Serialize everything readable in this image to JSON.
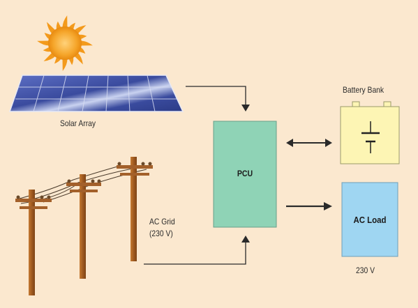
{
  "labels": {
    "solar_array": "Solar Array",
    "battery_bank": "Battery Bank",
    "pcu": "PCU",
    "ac_load": "AC Load",
    "ac_grid_line1": "AC Grid",
    "ac_grid_line2": "(230 V)",
    "load_voltage": "230 V"
  },
  "colors": {
    "background": "#fbe8cf",
    "sun": "#f39a1c",
    "panel": "#3c4d9e",
    "pole": "#b06a2a",
    "pcu_box": "#8fd3b6",
    "battery_box": "#fdf5b4",
    "ac_load_box": "#9fd6f2",
    "arrows": "#2a2a2a"
  }
}
